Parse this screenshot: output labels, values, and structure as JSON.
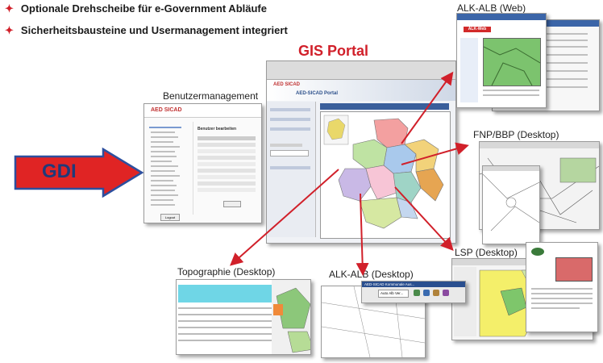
{
  "bullets": [
    "Optionale Drehscheibe für e-Government Abläufe",
    "Sicherheitsbausteine und Usermanagement integriert"
  ],
  "gis_portal_title": "GIS Portal",
  "gdi_label": "GDI",
  "captions": {
    "benutzermanagement": "Benutzermanagement",
    "alk_alb_web": "ALK-ALB (Web)",
    "fnp_bbp": "FNP/BBP (Desktop)",
    "lsp": "LSP (Desktop)",
    "topographie": "Topographie (Desktop)",
    "alk_alb_desktop": "ALK-ALB (Desktop)"
  },
  "portal": {
    "logo": "AED SICAD",
    "header": "AED-SICAD Portal"
  },
  "user_mgmt": {
    "logo": "AED SICAD",
    "heading": "Benutzer bearbeiten",
    "button": "Logout"
  },
  "alk_desktop": {
    "window_title": "AED-SICAD Kommunale Aus...",
    "dropdown": "Auto Alb Ver..."
  },
  "alk_web": {
    "window_title": "ALK-Web"
  },
  "colors": {
    "arrow_red": "#d1202a",
    "gdi_red": "#e02424",
    "portal_blue": "#2b4f8a",
    "title_red": "#d1202a"
  }
}
